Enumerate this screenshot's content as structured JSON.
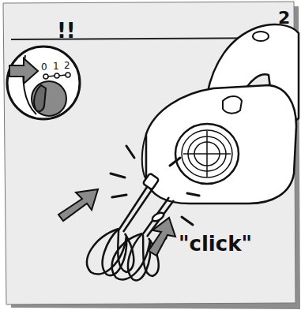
{
  "diagram": {
    "labels": [
      "!!",
      "2",
      "0",
      "1",
      "2",
      "\"click\""
    ]
  }
}
